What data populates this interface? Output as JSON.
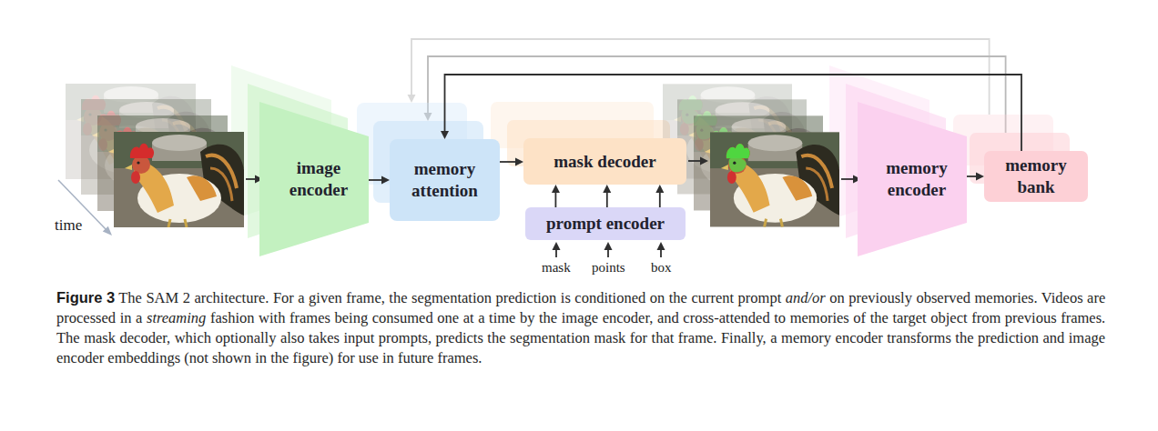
{
  "diagram": {
    "caption": "Figure 3 The SAM 2 architecture. For a given frame, the segmentation prediction is conditioned on the current prompt and/or on previously observed memories. Videos are processed in a streaming fashion with frames being consumed one at a time by the image encoder, and cross-attended to memories of the target object from previous frames. The mask decoder, which optionally also takes input prompts, predicts the segmentation mask for that frame. Finally, a memory encoder transforms the prediction and image encoder embeddings (not shown in the figure) for use in future frames.",
    "nodes": [
      {
        "text": [
          "image encoder"
        ]
      },
      {
        "text": [
          "memory attention"
        ]
      },
      {
        "text": [
          "mask decoder"
        ]
      },
      {
        "text": [
          "prompt encoder"
        ]
      },
      {
        "text": [
          "memory encoder"
        ]
      },
      {
        "text": [
          "memory bank"
        ]
      }
    ],
    "edges": [
      {
        "from": 0,
        "to": 1,
        "arrow": "to"
      },
      {
        "from": 1,
        "to": 2,
        "arrow": "to"
      },
      {
        "from": 3,
        "to": 2,
        "arrow": "to"
      },
      {
        "from": 3,
        "to": 2,
        "arrow": "to"
      },
      {
        "from": 3,
        "to": 2,
        "arrow": "to"
      },
      {
        "from": 4,
        "to": 5,
        "arrow": "to"
      },
      {
        "from": 5,
        "to": 1,
        "arrow": "to"
      }
    ],
    "labels": [
      "time",
      "mask",
      "points",
      "box"
    ]
  }
}
